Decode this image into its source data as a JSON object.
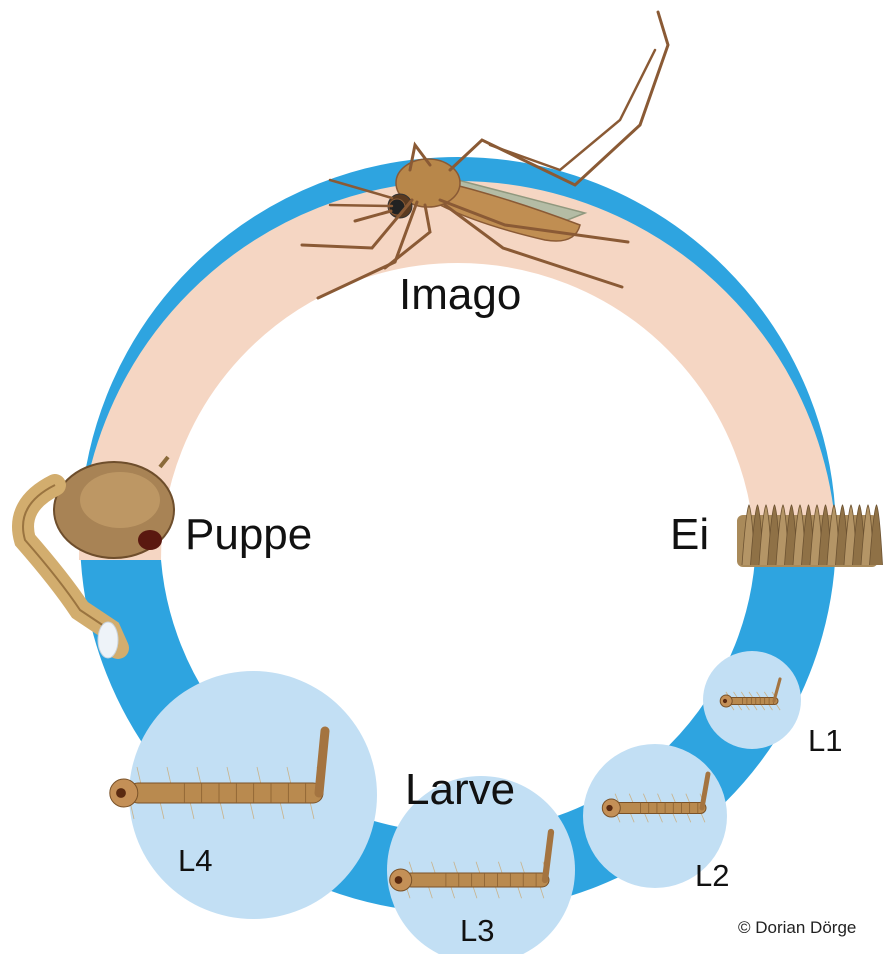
{
  "colors": {
    "adult_stage": "#f5d6c3",
    "water": "#2ea4e0",
    "larva_bubble": "#c2dff4",
    "insect_body": "#b98a4f",
    "insect_dark": "#7a5228"
  },
  "stages": {
    "imago": "Imago",
    "pupa": "Puppe",
    "egg": "Ei",
    "larva": "Larve"
  },
  "instars": {
    "l1": "L1",
    "l2": "L2",
    "l3": "L3",
    "l4": "L4"
  },
  "credit": "© Dorian Dörge",
  "icons": {
    "adult": "mosquito-icon",
    "pupa": "pupa-icon",
    "egg": "egg-raft-icon",
    "larva": "larva-icon"
  }
}
